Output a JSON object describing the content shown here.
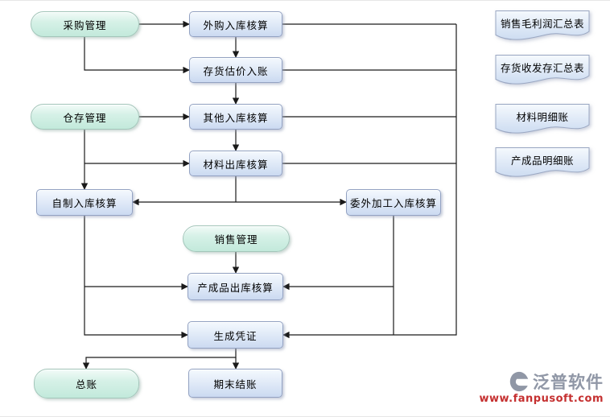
{
  "nodes": {
    "purchase_mgmt": "采购管理",
    "warehouse_mgmt": "仓存管理",
    "sales_mgmt": "销售管理",
    "general_ledger": "总账",
    "purchased_inbound": "外购入库核算",
    "inventory_estimation": "存货估价入账",
    "other_inbound": "其他入库核算",
    "material_outbound": "材料出库核算",
    "selfmade_inbound": "自制入库核算",
    "outsourced_inbound": "委外加工入库核算",
    "finished_outbound": "产成品出库核算",
    "generate_voucher": "生成凭证",
    "period_end_closing": "期末结账"
  },
  "reports": [
    {
      "label": "销售毛利润汇总表"
    },
    {
      "label": "存货收发存汇总表"
    },
    {
      "label": "材料明细账"
    },
    {
      "label": "产成品明细账"
    }
  ],
  "watermark": {
    "brand": "泛普软件",
    "url": "www.fanpusoft.com"
  },
  "colors": {
    "box_fill_bottom": "#cbdaf1",
    "pill_fill_bottom": "#c2e9db",
    "connector": "#1a1a1a",
    "brand_gray": "#9097a6",
    "url_red": "#c53030"
  }
}
